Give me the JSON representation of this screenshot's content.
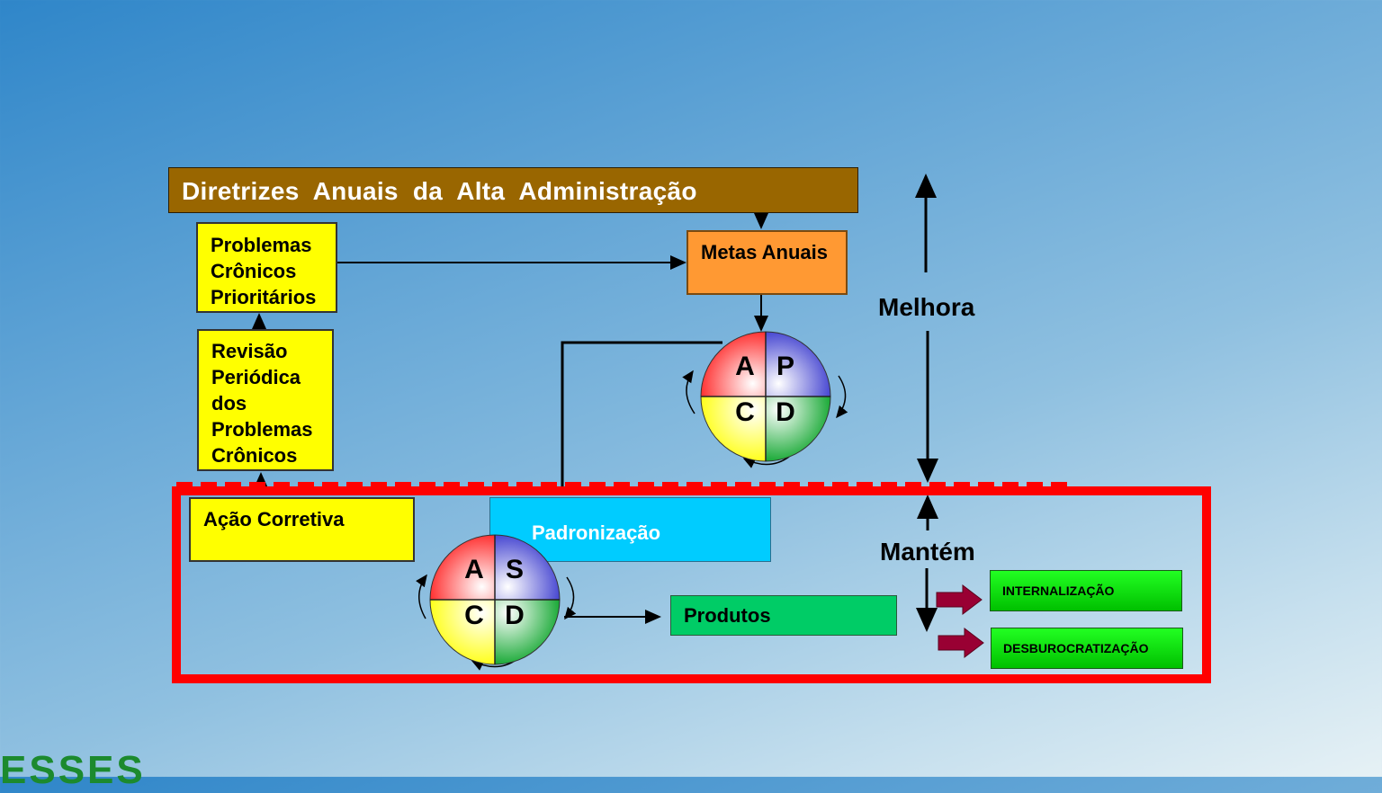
{
  "diagram": {
    "title": "Diretrizes  Anuais  da  Alta  Administração",
    "problemas": "Problemas Crônicos Prioritários",
    "revisao": "Revisão Periódica dos Problemas Crônicos",
    "acao": "Ação Corretiva",
    "metas": "Metas Anuais",
    "padronizacao": "Padronização",
    "produtos": "Produtos",
    "internalizacao": "INTERNALIZAÇÃO",
    "desburocratizacao": "DESBUROCRATIZAÇÃO",
    "melhora": "Melhora",
    "mantem": "Mantém",
    "cycle_pdca": {
      "a": "A",
      "p": "P",
      "c": "C",
      "d": "D"
    },
    "cycle_sdca": {
      "a": "A",
      "s": "S",
      "c": "C",
      "d": "D"
    },
    "logo_fragment": "ESSES"
  },
  "colors": {
    "title_bg": "#996600",
    "yellow": "#ffff00",
    "orange": "#ff9933",
    "cyan": "#00ccff",
    "green": "#00cc66",
    "red_frame": "#ff0000",
    "arrow_red": "#990033"
  }
}
